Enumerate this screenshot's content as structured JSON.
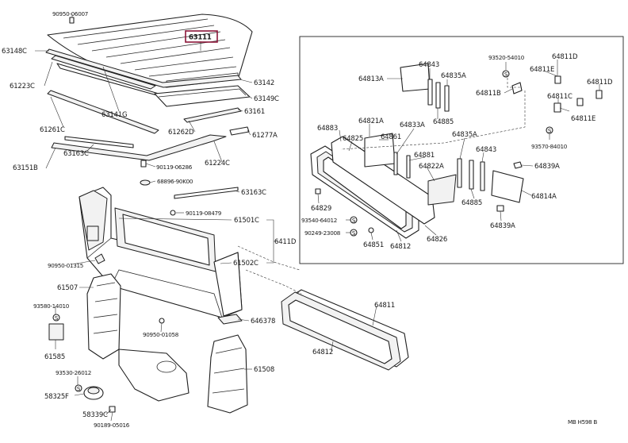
{
  "callouts": {
    "p90950_06007": "90950-06007",
    "p63111": "63111",
    "p63148c": "63148C",
    "p61223c": "61223C",
    "p63141g": "63141G",
    "p63142": "63142",
    "p63149c": "63149C",
    "p63161": "63161",
    "p61261c": "61261C",
    "p61262d": "61262D",
    "p61277a": "61277A",
    "p63163c_a": "63163C",
    "p63151b": "63151B",
    "p90119_06286": "90119-06286",
    "p61224c": "61224C",
    "p68896_90k00": "68896-90K00",
    "p63163c_b": "63163C",
    "p90119_08479": "90119-08479",
    "p61501c": "61501C",
    "p6411d": "6411D",
    "p61502c": "61502C",
    "p90950_01315": "90950-01315",
    "p61507": "61507",
    "p93580_14010": "93580-14010",
    "p61585": "61585",
    "p90950_01058": "90950-01058",
    "p64637e": "646378",
    "p93530_26012": "93530-26012",
    "p58325f": "58325F",
    "p58339c": "58339C",
    "p90189_05016": "90189-05016",
    "p61508": "61508",
    "p64811_main": "64811",
    "p64812_main": "64812",
    "p64813a": "64813A",
    "p64843_a": "64843",
    "p64835a_a": "64835A",
    "p64885_a": "64885",
    "p93520_54010": "93520-54010",
    "p64811d_a": "64811D",
    "p64811e_a": "64811E",
    "p64811b": "64811B",
    "p64811d_b": "64811D",
    "p64811c": "64811C",
    "p64811e_b": "64811E",
    "p93570_84010": "93570-84010",
    "p64883": "64883",
    "p64821a": "64821A",
    "p64833a": "64833A",
    "p64825": "64825",
    "p64861": "64861",
    "p64835a_b": "64835A",
    "p64881": "64881",
    "p64843_b": "64843",
    "p64822a": "64822A",
    "p64839a_a": "64839A",
    "p64814a": "64814A",
    "p64829": "64829",
    "p64885_b": "64885",
    "p93540_64012": "93540-64012",
    "p64839a_b": "64839A",
    "p90249_23008": "90249-23008",
    "p64851": "64851",
    "p64812_inset": "64812",
    "p64826": "64826"
  },
  "footer_code": "MB  H598 B",
  "highlighted_part": "63111",
  "colors": {
    "line": "#1f1f1f",
    "highlight": "#8a1538",
    "background": "#ffffff"
  }
}
